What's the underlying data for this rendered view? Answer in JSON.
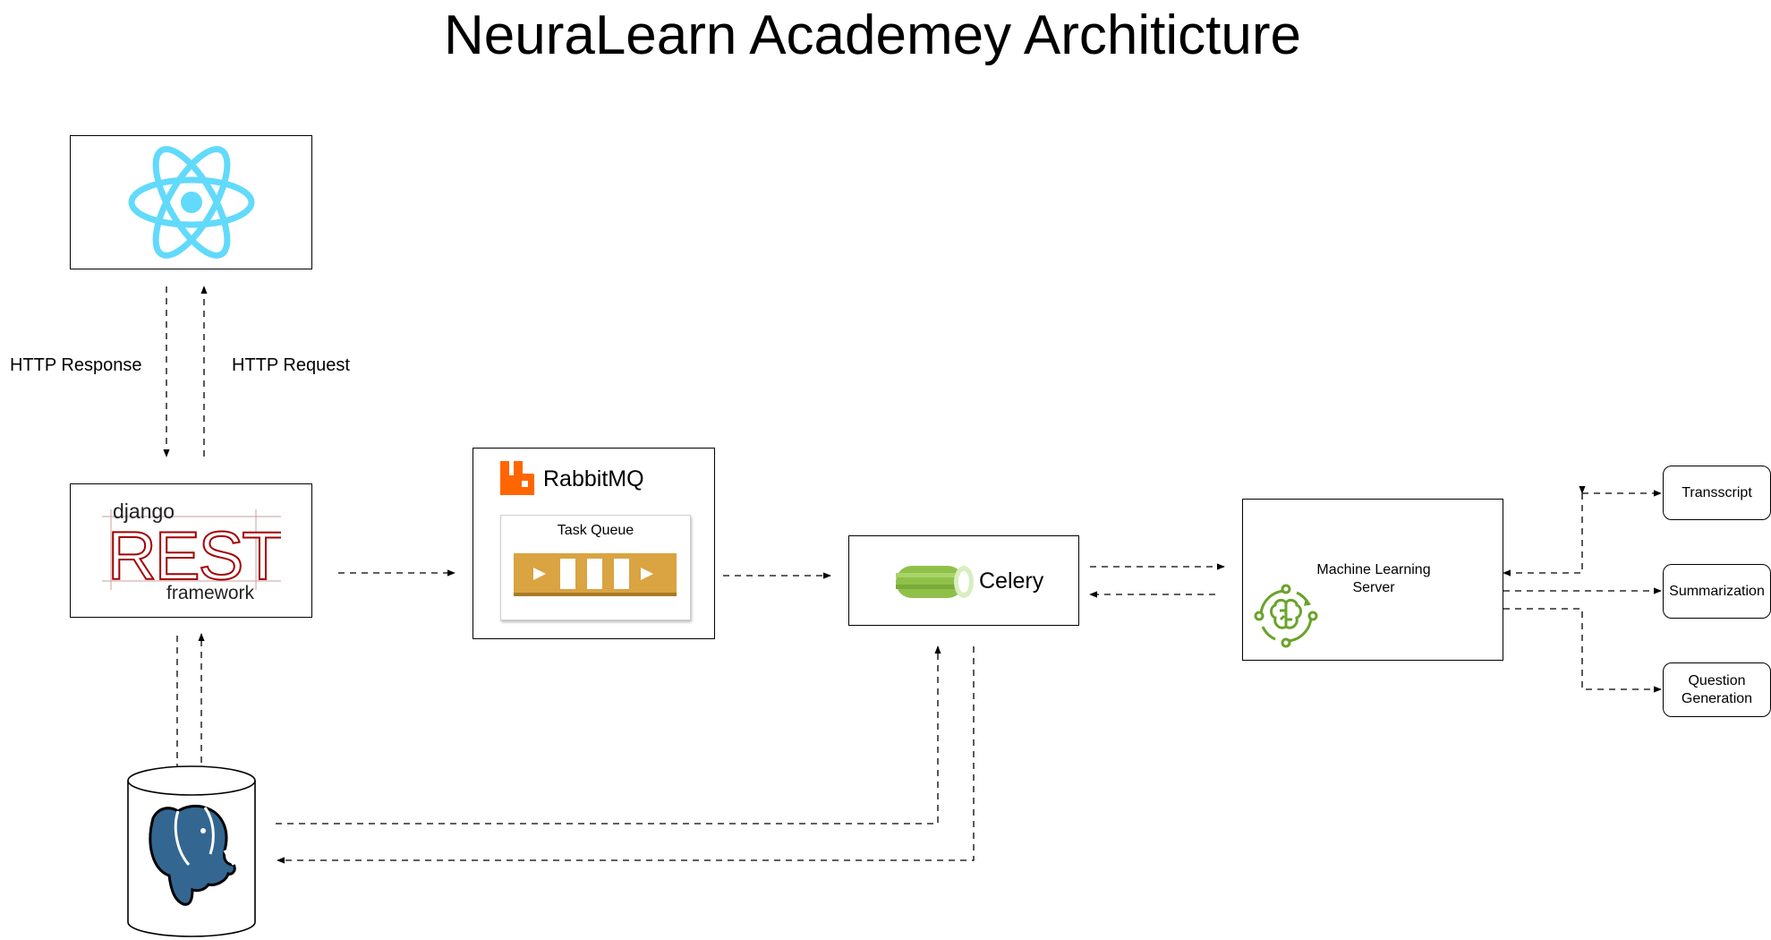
{
  "title": "NeuraLearn Academey Architicture",
  "labels": {
    "http_response": "HTTP Response",
    "http_request": "HTTP Request"
  },
  "django": {
    "word_top": "django",
    "word_main": "REST",
    "word_bottom": "framework"
  },
  "rabbitmq": {
    "name": "RabbitMQ",
    "queue_label": "Task Queue"
  },
  "celery": {
    "name": "Celery"
  },
  "ml_server": {
    "name_line1": "Machine Learning",
    "name_line2": "Server"
  },
  "services": [
    {
      "line1": "Transscript",
      "line2": ""
    },
    {
      "line1": "Summarization",
      "line2": ""
    },
    {
      "line1": "Question",
      "line2": "Generation"
    }
  ],
  "colors": {
    "react": "#61dafb",
    "django_rest": "#a30000",
    "rabbitmq": "#ff6600",
    "queue_gold": "#d9a441",
    "celery_green": "#8fc14a",
    "ml_green": "#6aa32a",
    "postgres_blue": "#336791"
  },
  "icons": {
    "frontend": "react-atom-icon",
    "backend": "django-rest-framework-logo",
    "broker": "rabbitmq-logo",
    "worker": "celery-logo",
    "ml": "ai-brain-cycle-icon",
    "database": "postgresql-elephant-icon"
  }
}
